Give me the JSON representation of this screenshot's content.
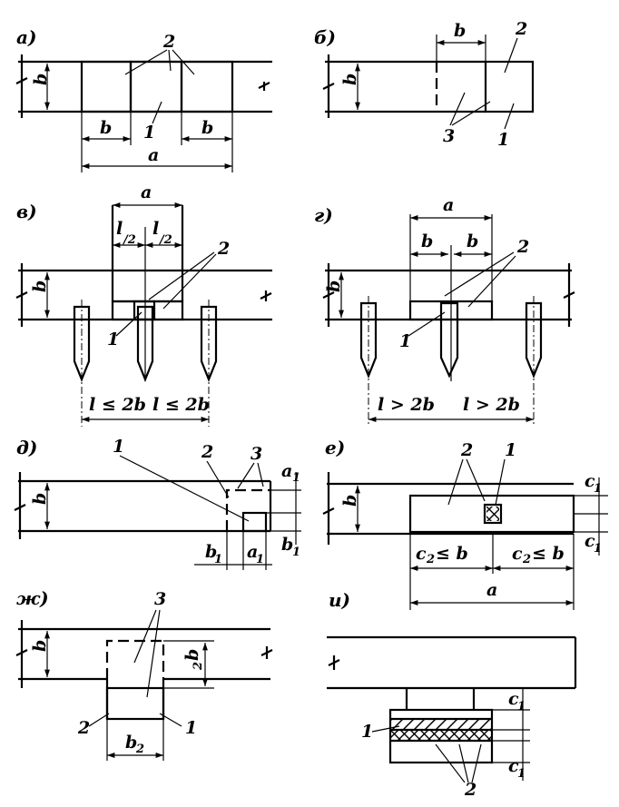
{
  "panels": {
    "a": {
      "tag": "а)",
      "callouts": [
        "2",
        "1"
      ],
      "dims": [
        "b",
        "b",
        "b",
        "a"
      ]
    },
    "b": {
      "tag": "б)",
      "callouts": [
        "2",
        "3",
        "1"
      ],
      "dims": [
        "b",
        "b"
      ]
    },
    "v": {
      "tag": "в)",
      "callouts": [
        "2",
        "1"
      ],
      "dims": [
        "a",
        "l",
        "/2",
        "l",
        "/2",
        "b",
        "l ≤ 2b",
        "l ≤ 2b"
      ]
    },
    "g": {
      "tag": "г)",
      "callouts": [
        "2",
        "1"
      ],
      "dims": [
        "a",
        "b",
        "b",
        "b",
        "l > 2b",
        "l > 2b"
      ]
    },
    "d": {
      "tag": "д)",
      "callouts": [
        "1",
        "2",
        "3"
      ],
      "dims": [
        "b",
        "a",
        "1",
        "b",
        "1",
        "b",
        "1",
        "a",
        "1"
      ]
    },
    "e": {
      "tag": "е)",
      "callouts": [
        "2",
        "1"
      ],
      "dims": [
        "b",
        "c",
        "1",
        "c",
        "1",
        "c",
        "2",
        "≤ b",
        "c",
        "2",
        "≤ b",
        "a"
      ]
    },
    "zh": {
      "tag": "ж)",
      "callouts": [
        "3",
        "2",
        "1"
      ],
      "dims": [
        "b",
        "b",
        "2",
        "b",
        "2"
      ]
    },
    "i": {
      "tag": "и)",
      "callouts": [
        "1",
        "2"
      ],
      "dims": [
        "c",
        "1",
        "c",
        "1"
      ]
    }
  }
}
